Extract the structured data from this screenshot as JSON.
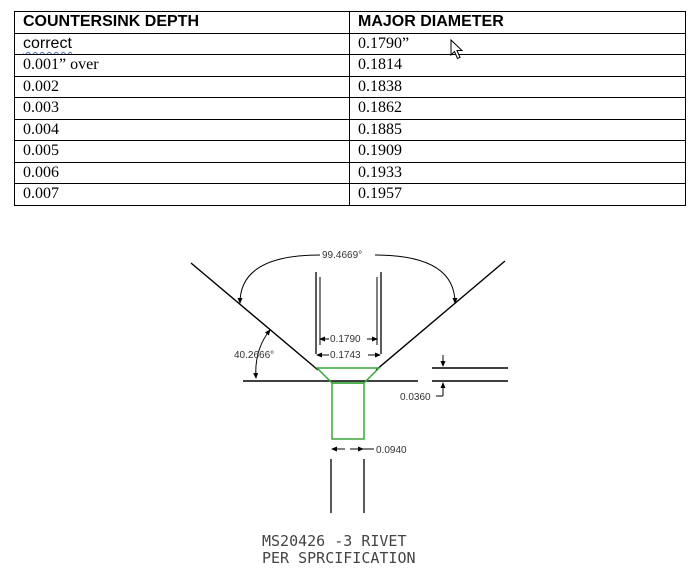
{
  "table": {
    "headers": [
      "COUNTERSINK DEPTH",
      "MAJOR DIAMETER"
    ],
    "rows": [
      [
        "correct",
        "0.1790”"
      ],
      [
        "0.001” over",
        "0.1814"
      ],
      [
        "0.002",
        "0.1838"
      ],
      [
        "0.003",
        "0.1862"
      ],
      [
        "0.004",
        "0.1885"
      ],
      [
        "0.005",
        "0.1909"
      ],
      [
        "0.006",
        "0.1933"
      ],
      [
        "0.007",
        "0.1957"
      ]
    ]
  },
  "drawing": {
    "angle_total": "99.4669°",
    "angle_side": "40.2666°",
    "dim_major": "0.1790",
    "dim_minor": "0.1743",
    "dim_depth": "0.0360",
    "dim_shank": "0.0940",
    "caption_line1": "MS20426 -3 RIVET",
    "caption_line2": "PER SPRCIFICATION"
  },
  "colors": {
    "rivet": "#3aa63a",
    "lines": "#000000",
    "spell_underline": "#4f6fbf"
  }
}
